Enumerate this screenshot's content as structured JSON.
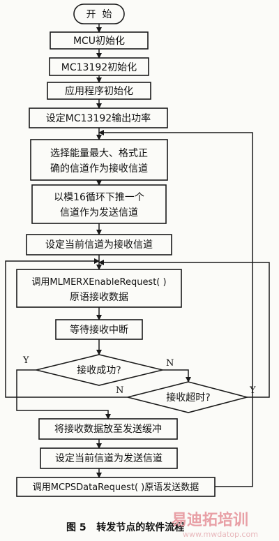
{
  "nodes": {
    "start": "开  始",
    "mcu_init": "MCU初始化",
    "mc13192_init": "MC13192初始化",
    "app_init": "应用程序初始化",
    "set_power": "设定MC13192输出功率",
    "select_channel": [
      "选择能量最大、格式正",
      "确的信道作为接收信道"
    ],
    "mod16": [
      "以模16循环下推一个",
      "信道作为发送信道"
    ],
    "set_rx": "设定当前信道为接收信道",
    "call_rx": [
      "调用MLMERXEnableRequest( )",
      "原语接收数据"
    ],
    "wait_int": "等待接收中断",
    "rx_ok": "接收成功?",
    "rx_timeout": "接收超时?",
    "put_buffer": "将接收数据放至发送缓冲",
    "set_tx": "设定当前信道为发送信道",
    "call_tx": "调用MCPSDataRequest( )原语发送数据"
  },
  "labels": {
    "yes1": "Y",
    "no1": "N",
    "no2": "N",
    "yes2": "Y"
  },
  "caption": "图 5   转发节点的软件流程",
  "watermark": {
    "text": "易迪拓培训",
    "url": "www.mwdatop.com"
  }
}
